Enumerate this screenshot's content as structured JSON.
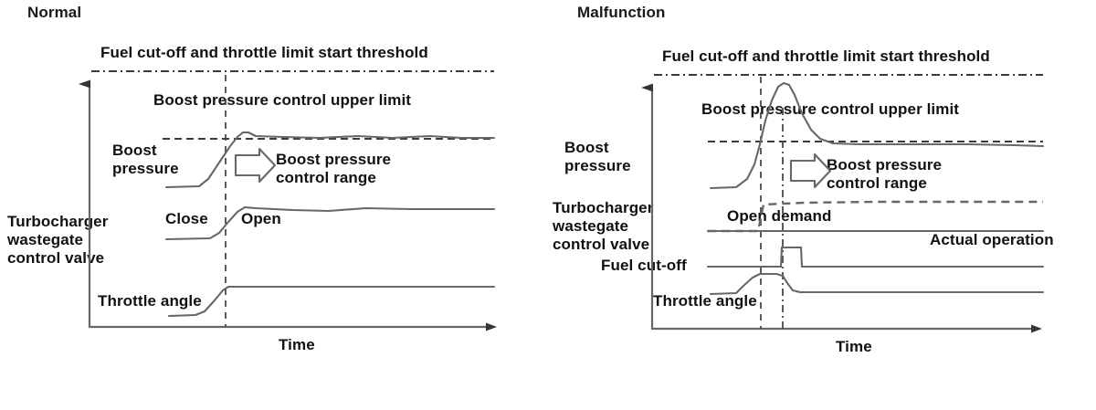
{
  "figure": {
    "panels": [
      {
        "id": "normal",
        "title": "Normal",
        "labels": {
          "threshold": "Fuel cut-off and throttle limit start threshold",
          "upper_limit": "Boost pressure control upper limit",
          "boost_pressure": "Boost\npressure",
          "boost_pressure_line1": "Boost",
          "boost_pressure_line2": "pressure",
          "control_range_line1": "Boost pressure",
          "control_range_line2": "control range",
          "close": "Close",
          "open": "Open",
          "wastegate_line1": "Turbocharger",
          "wastegate_line2": "wastegate",
          "wastegate_line3": "control valve",
          "throttle_angle": "Throttle angle",
          "time": "Time"
        }
      },
      {
        "id": "malfunction",
        "title": "Malfunction",
        "labels": {
          "threshold": "Fuel cut-off and throttle limit start threshold",
          "upper_limit": "Boost pressure control upper limit",
          "boost_pressure_line1": "Boost",
          "boost_pressure_line2": "pressure",
          "control_range_line1": "Boost pressure",
          "control_range_line2": "control range",
          "open_demand": "Open demand",
          "actual_operation": "Actual operation",
          "fuel_cut_off": "Fuel cut-off",
          "wastegate_line1": "Turbocharger",
          "wastegate_line2": "wastegate",
          "wastegate_line3": "control valve",
          "throttle_angle": "Throttle angle",
          "time": "Time"
        }
      }
    ],
    "colors": {
      "text": "#111111",
      "axis": "#6b6661",
      "trace": "#6b6661",
      "dash_threshold": "#3b3b3b",
      "dash_limit": "#3b3b3b",
      "arrow_outline": "#6b6661",
      "background": "#ffffff"
    }
  },
  "chart_data": {
    "type": "line",
    "title": "Turbocharger wastegate control valve timing diagram",
    "xlabel": "Time",
    "ylabel": "",
    "grid": false,
    "legend": "none",
    "panels": [
      {
        "name": "Normal",
        "reference_lines": [
          {
            "name": "Fuel cut-off and throttle limit start threshold",
            "type": "horizontal",
            "style": "dash-dot",
            "y": 78
          },
          {
            "name": "Boost pressure control upper limit",
            "type": "horizontal",
            "style": "dashed",
            "y": 152
          },
          {
            "name": "control start event",
            "type": "vertical",
            "style": "dashed",
            "x": 247
          }
        ],
        "series": [
          {
            "name": "Boost pressure",
            "points": [
              [
                182,
                205
              ],
              [
                218,
                204
              ],
              [
                233,
                188
              ],
              [
                248,
                168
              ],
              [
                258,
                150
              ],
              [
                266,
                145
              ],
              [
                275,
                148
              ],
              [
                300,
                150
              ],
              [
                360,
                151
              ],
              [
                420,
                149
              ],
              [
                470,
                151
              ],
              [
                520,
                150
              ],
              [
                540,
                152
              ]
            ]
          },
          {
            "name": "Turbocharger wastegate control valve",
            "points": [
              [
                182,
                262
              ],
              [
                232,
                261
              ],
              [
                243,
                252
              ],
              [
                258,
                234
              ],
              [
                268,
                227
              ],
              [
                300,
                229
              ],
              [
                350,
                231
              ],
              [
                400,
                228
              ],
              [
                450,
                229
              ],
              [
                540,
                229
              ]
            ]
          },
          {
            "name": "Throttle angle",
            "points": [
              [
                185,
                346
              ],
              [
                215,
                345
              ],
              [
                228,
                340
              ],
              [
                240,
                322
              ],
              [
                250,
                314
              ],
              [
                300,
                314
              ],
              [
                540,
                314
              ]
            ]
          }
        ]
      },
      {
        "name": "Malfunction",
        "reference_lines": [
          {
            "name": "Fuel cut-off and throttle limit start threshold",
            "type": "horizontal",
            "style": "dash-dot",
            "y": 82
          },
          {
            "name": "Boost pressure control upper limit",
            "type": "horizontal",
            "style": "dashed",
            "y": 155
          },
          {
            "name": "threshold crossing",
            "type": "vertical",
            "style": "dashed",
            "x": 833
          },
          {
            "name": "fuel cut-off start",
            "type": "vertical",
            "style": "dash-dot",
            "x": 857
          }
        ],
        "series": [
          {
            "name": "Boost pressure",
            "points": [
              [
                778,
                206
              ],
              [
                810,
                205
              ],
              [
                826,
                180
              ],
              [
                836,
                140
              ],
              [
                846,
                108
              ],
              [
                856,
                92
              ],
              [
                866,
                94
              ],
              [
                876,
                118
              ],
              [
                890,
                145
              ],
              [
                905,
                156
              ],
              [
                930,
                158
              ],
              [
                990,
                158
              ],
              [
                1060,
                158
              ],
              [
                1120,
                159
              ],
              [
                1140,
                160
              ]
            ]
          },
          {
            "name": "Open demand (dashed)",
            "points": [
              [
                775,
                253
              ],
              [
                830,
                253
              ],
              [
                836,
                224
              ],
              [
                900,
                222
              ],
              [
                980,
                221
              ],
              [
                1060,
                221
              ],
              [
                1140,
                221
              ]
            ]
          },
          {
            "name": "Actual operation (solid)",
            "points": [
              [
                775,
                253
              ],
              [
                860,
                253
              ],
              [
                960,
                253
              ],
              [
                1060,
                253
              ],
              [
                1140,
                253
              ]
            ]
          },
          {
            "name": "Fuel cut-off",
            "points": [
              [
                775,
                292
              ],
              [
                856,
                292
              ],
              [
                856,
                270
              ],
              [
                878,
                270
              ],
              [
                878,
                292
              ],
              [
                960,
                292
              ],
              [
                1140,
                292
              ]
            ]
          },
          {
            "name": "Throttle angle",
            "points": [
              [
                778,
                322
              ],
              [
                808,
                321
              ],
              [
                820,
                312
              ],
              [
                832,
                301
              ],
              [
                848,
                300
              ],
              [
                857,
                301
              ],
              [
                866,
                314
              ],
              [
                876,
                320
              ],
              [
                960,
                320
              ],
              [
                1140,
                320
              ]
            ]
          }
        ]
      }
    ]
  }
}
